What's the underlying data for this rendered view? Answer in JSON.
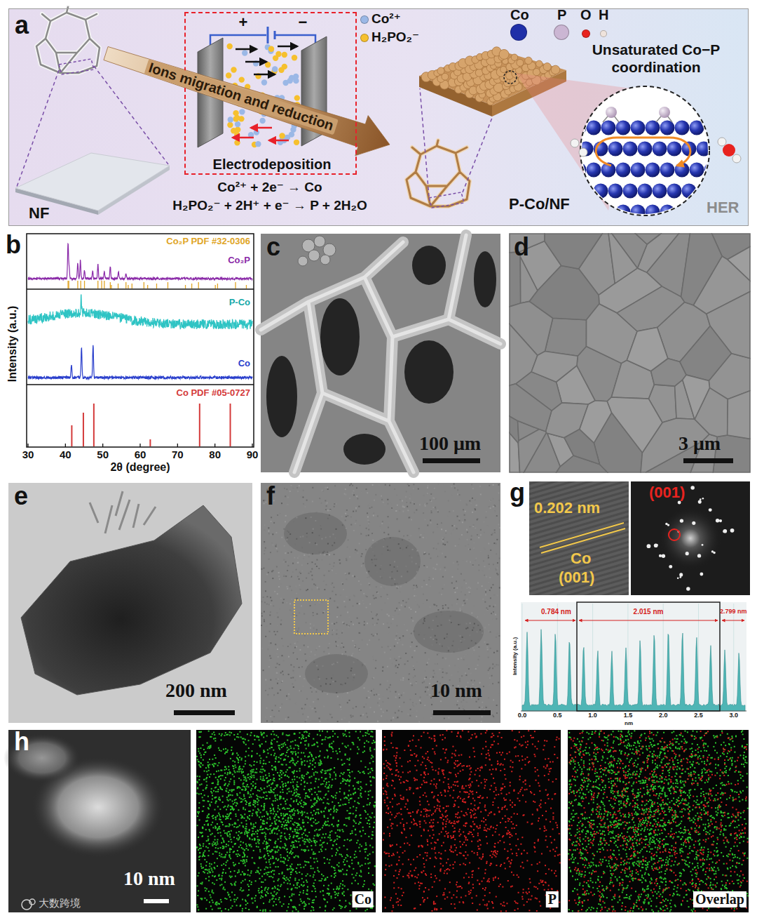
{
  "diagram": {
    "nodes": [
      {
        "text": [
          "a"
        ]
      },
      {
        "text": [
          "NF"
        ],
        "in": 0
      },
      {
        "text": [
          "Electrodeposition"
        ],
        "in": 0
      },
      {
        "text": [
          "P-Co/NF"
        ],
        "in": 0
      }
    ],
    "edges": [
      {
        "from": 1,
        "to": 3,
        "arrow": "to",
        "label": "Ions migration and reduction"
      }
    ],
    "labels": [
      "Co²⁺ + 2e⁻ → Co",
      "H₂PO₂⁻ + 2H⁺ + e⁻ → P + 2H₂O",
      "+",
      "−",
      "Unsaturated Co−P coordination",
      "HER",
      "b",
      "Co₂P PDF #32-0306",
      "Co₂P",
      "P-Co",
      "Co",
      "Co PDF #05-0727",
      "Intensity (a.u.)",
      "30",
      "40",
      "50",
      "60",
      "70",
      "80",
      "90",
      "2θ (degree)",
      "c",
      "100 μm",
      "d",
      "3 μm",
      "e",
      "200 nm",
      "f",
      "10 nm",
      "g",
      "0.202 nm",
      "Co",
      "(001)",
      "(001)",
      "0.784 nm",
      "2.015 nm",
      "2.799 nm",
      "Intensity (a.u.)",
      "0.0",
      "0.5",
      "1.0",
      "1.5",
      "2.0",
      "2.5",
      "3.0",
      "nm",
      "h",
      "10 nm",
      "Co",
      "P",
      "Overlap",
      "大数跨境"
    ],
    "legend": [
      {
        "text": "Co²⁺",
        "color": "#9bb8e6"
      },
      {
        "text": "H₂PO₂⁻",
        "color": "#f6c02e"
      },
      {
        "text": "Co",
        "color": "#1f2fa8"
      },
      {
        "text": "P",
        "color": "#cbb6d3"
      },
      {
        "text": "O",
        "color": "#e8231f"
      },
      {
        "text": "H",
        "color": "#efe3dc"
      }
    ]
  }
}
